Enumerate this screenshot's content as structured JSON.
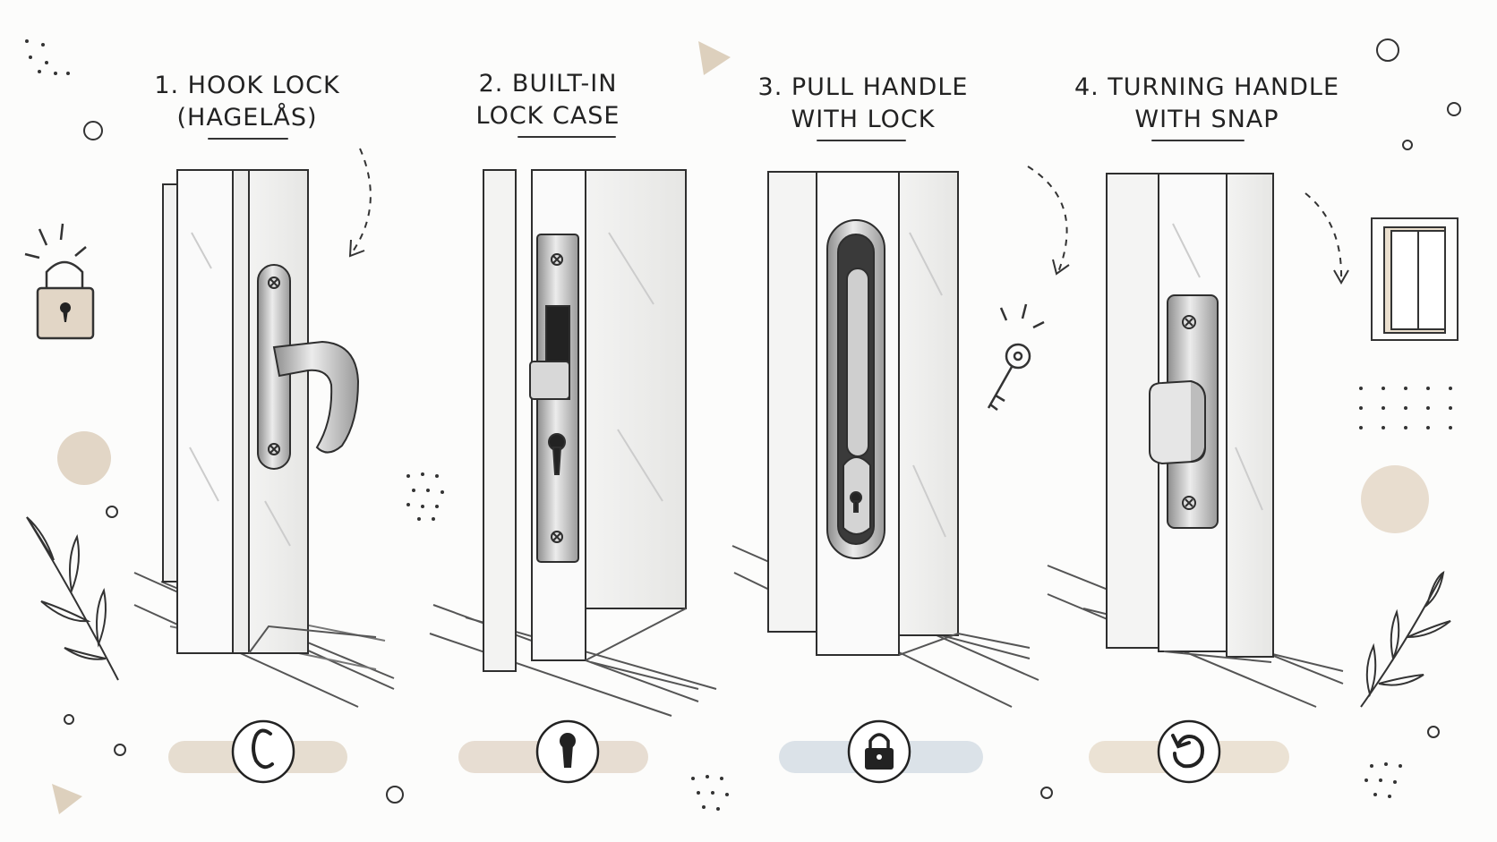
{
  "panels": [
    {
      "title_line1": "1. HOOK LOCK",
      "title_line2": "(HAGELÅS)",
      "icon": "hook-icon",
      "swatch": "#e6ddd0"
    },
    {
      "title_line1": "2. BUILT-IN",
      "title_line2": "LOCK CASE",
      "icon": "keyhole-icon",
      "swatch": "#e7ddd2"
    },
    {
      "title_line1": "3. PULL HANDLE",
      "title_line2": "WITH LOCK",
      "icon": "padlock-icon",
      "swatch": "#dbe2e8"
    },
    {
      "title_line1": "4. TURNING HANDLE",
      "title_line2": "WITH SNAP",
      "icon": "rotate-icon",
      "swatch": "#ebe2d4"
    }
  ],
  "colors": {
    "ink": "#2a2a2a",
    "beige": "#d9cbb8",
    "metal": "#c9c9c9",
    "paper": "#fcfcfb"
  }
}
